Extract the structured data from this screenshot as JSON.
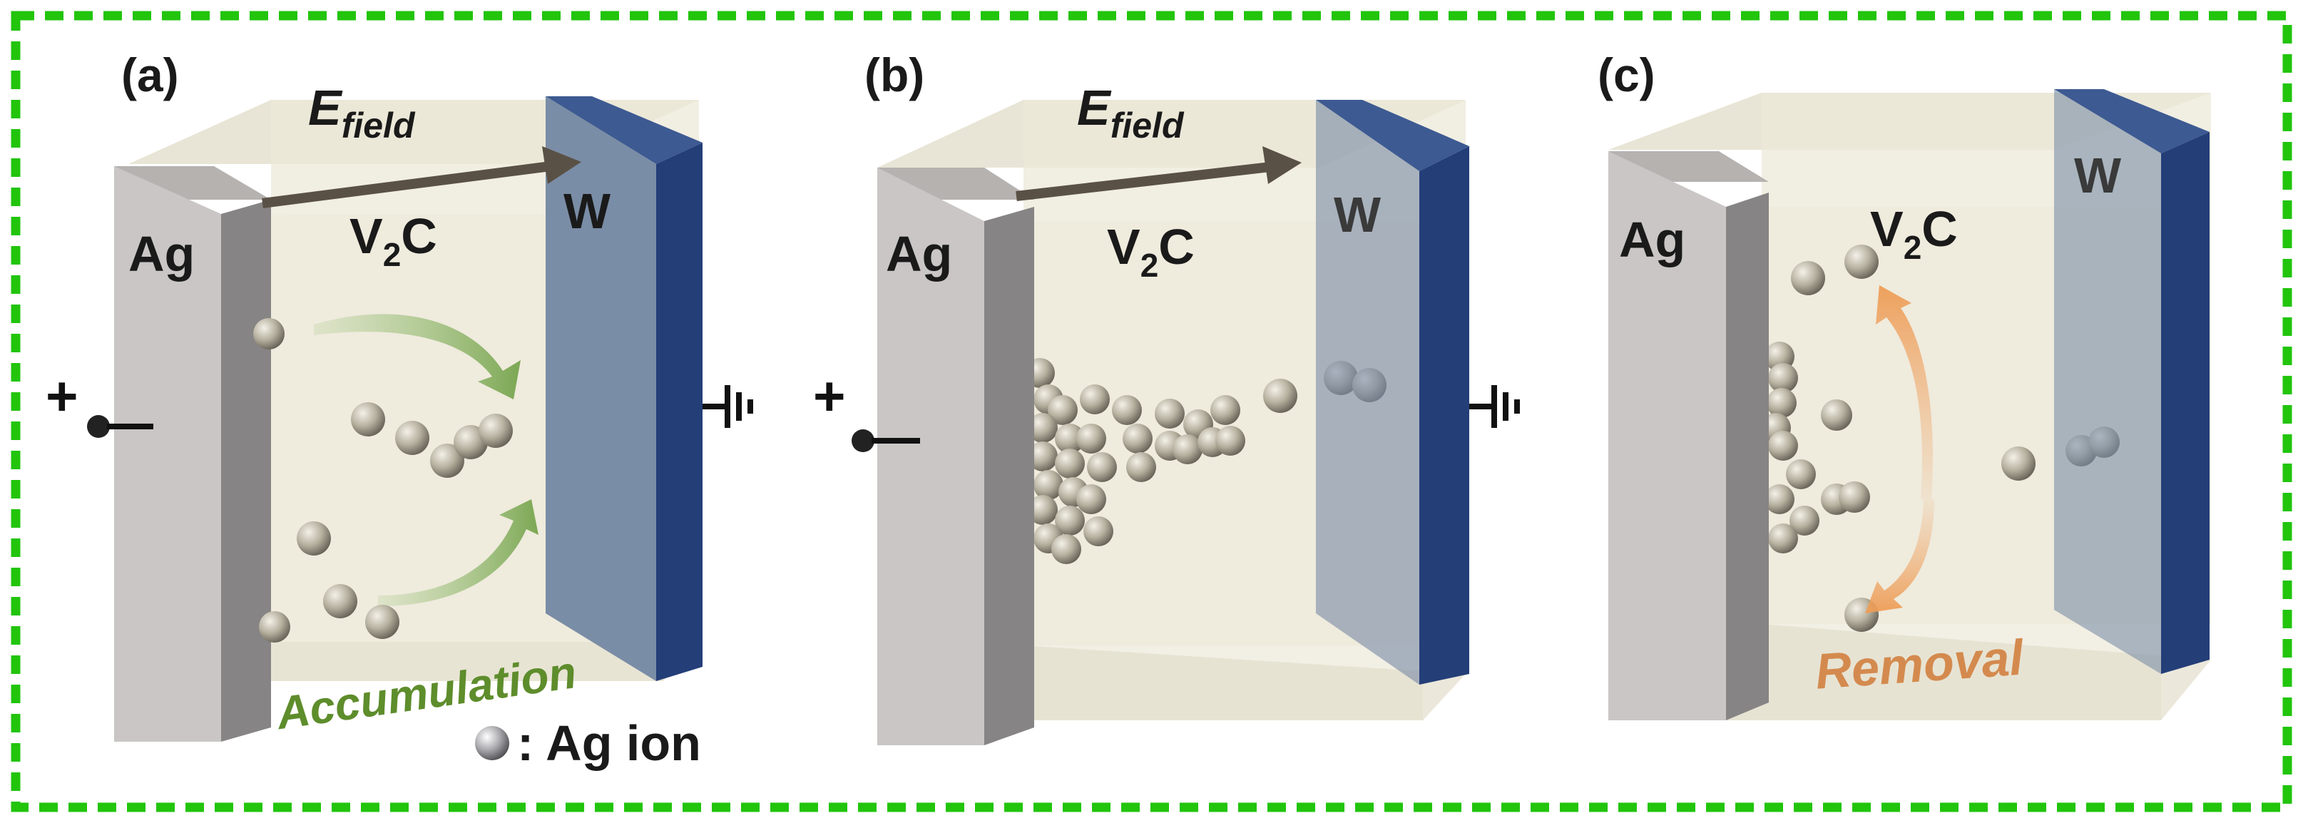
{
  "panels": [
    {
      "id": "a",
      "panel_label": "(a)",
      "left_electrode": "Ag",
      "right_electrode": "W",
      "layer_main": "V",
      "layer_sub": "2",
      "layer_tail": "C",
      "field_main": "E",
      "field_sub": "field",
      "annotation": "Accumulation",
      "annotation_color": "#5E8D2C",
      "right_opaque": true,
      "bias_sign": "+",
      "show_ground": true
    },
    {
      "id": "b",
      "panel_label": "(b)",
      "left_electrode": "Ag",
      "right_electrode": "W",
      "layer_main": "V",
      "layer_sub": "2",
      "layer_tail": "C",
      "field_main": "E",
      "field_sub": "field",
      "right_opaque": false,
      "bias_sign": "+",
      "show_ground": true
    },
    {
      "id": "c",
      "panel_label": "(c)",
      "left_electrode": "Ag",
      "right_electrode": "W",
      "layer_main": "V",
      "layer_sub": "2",
      "layer_tail": "C",
      "annotation": "Removal",
      "annotation_color": "#D48A4E",
      "right_opaque": false,
      "show_ground": false
    }
  ],
  "legend": {
    "label": ": Ag ion"
  },
  "colors": {
    "frame": "#22C40C",
    "ag": "#C9C6C5",
    "ag_side": "#868484",
    "v2c": "#EDE9D9",
    "w_front": "#7A8DA6",
    "w_side": "#243E78",
    "field_arrow": "#5A5146",
    "ion": "#B8B3A4"
  }
}
